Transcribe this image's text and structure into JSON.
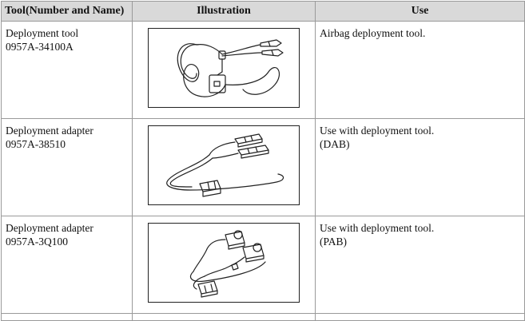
{
  "table": {
    "headers": {
      "tool": "Tool(Number and Name)",
      "illustration": "Illustration",
      "use": "Use"
    },
    "rows": [
      {
        "name": "Deployment tool",
        "number": "0957A-34100A",
        "use_line1": "Airbag deployment tool.",
        "use_line2": "",
        "illustration_icon": "deployment-tool-illustration"
      },
      {
        "name": "Deployment adapter",
        "number": "0957A-38510",
        "use_line1": "Use with deployment tool.",
        "use_line2": "(DAB)",
        "illustration_icon": "dab-adapter-illustration"
      },
      {
        "name": "Deployment adapter",
        "number": "0957A-3Q100",
        "use_line1": "Use with deployment tool.",
        "use_line2": "(PAB)",
        "illustration_icon": "pab-adapter-illustration"
      }
    ]
  }
}
